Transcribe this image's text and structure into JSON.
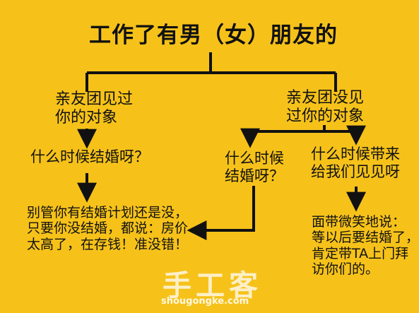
{
  "title": "工作了有男（女）朋友的",
  "nodes": {
    "left_top": [
      "亲友团见过",
      "你的对象"
    ],
    "right_top": [
      "亲友团没见",
      "过你的对象"
    ],
    "left_mid": [
      "什么时候结婚呀？"
    ],
    "mid": [
      "什么时候",
      "结婚呀？"
    ],
    "right_mid": [
      "什么时候带来",
      "给我们见见呀"
    ],
    "bottom_left": [
      "别管你有结婚计划还是没，",
      "只要你没结婚，都说：房价",
      "太高了，在存钱！准没错！"
    ],
    "bottom_right": [
      "面带微笑地说：",
      "等以后要结婚了，",
      "肯定带TA上门拜",
      "访你们的。"
    ]
  },
  "watermark": {
    "text": "手工客",
    "url": "shougongke.com"
  },
  "colors": {
    "background": "#f6c21a",
    "ink": "#111111"
  }
}
